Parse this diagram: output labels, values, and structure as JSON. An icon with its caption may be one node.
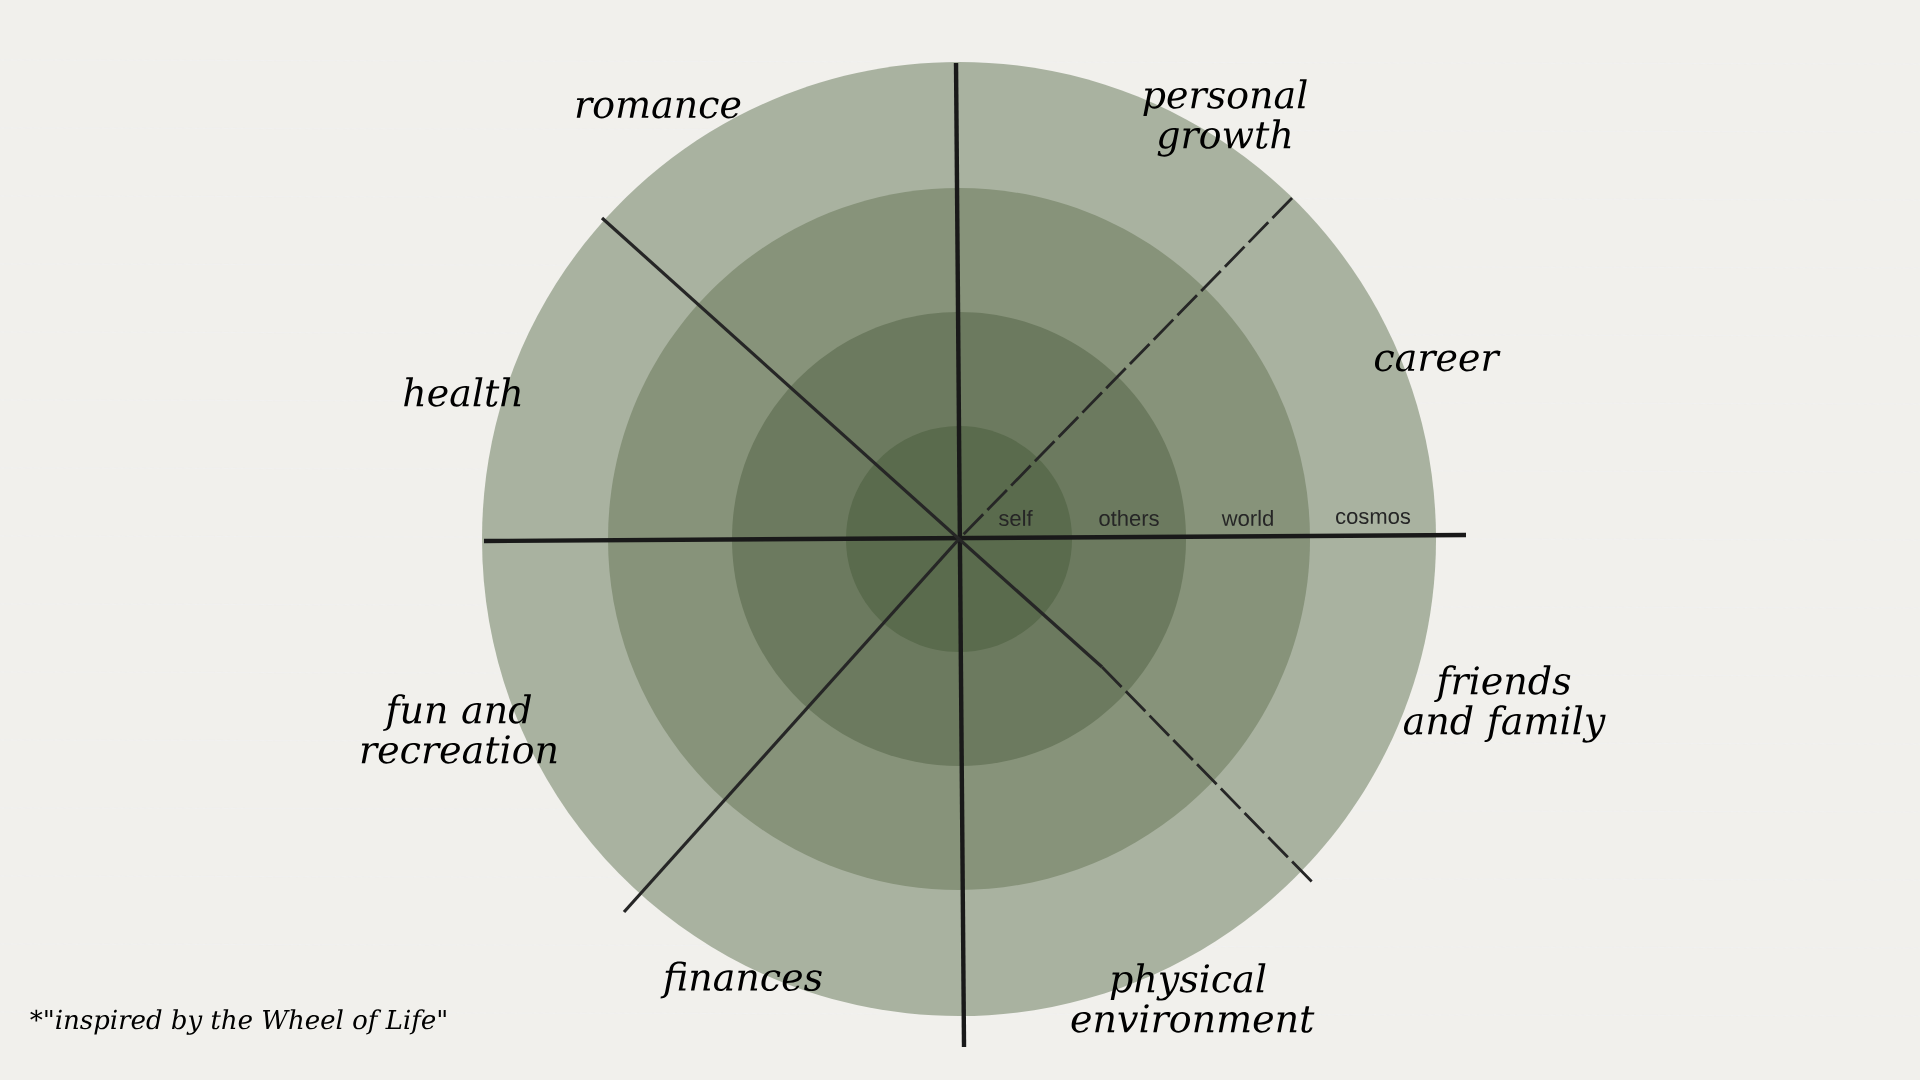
{
  "diagram": {
    "nodes": [
      {
        "text": [
          "cosmos"
        ]
      },
      {
        "text": [
          "world"
        ],
        "in": 0
      },
      {
        "text": [
          "others"
        ],
        "in": 1
      },
      {
        "text": [
          "self"
        ],
        "in": 2
      }
    ],
    "labels": [
      "romance",
      "personal growth",
      "health",
      "career",
      "fun and recreation",
      "friends and family",
      "finances",
      "physical environment",
      "*\"inspired by the Wheel of Life\""
    ]
  }
}
